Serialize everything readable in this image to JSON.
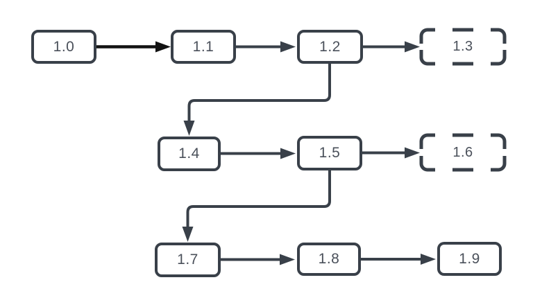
{
  "diagram": {
    "description": "Version progression flowchart, three rows of rounded nodes connected by arrows; future versions shown as dashed placeholder nodes",
    "background_color": "#ffffff",
    "colors": {
      "node_border": "#394049",
      "node_fill": "#ffffff",
      "label_text": "#4a505a",
      "connector": "#394049",
      "first_connector": "#121212"
    },
    "nodes": [
      {
        "id": "1.0",
        "label": "1.0",
        "style": "solid",
        "row": 1
      },
      {
        "id": "1.1",
        "label": "1.1",
        "style": "solid",
        "row": 1
      },
      {
        "id": "1.2",
        "label": "1.2",
        "style": "solid",
        "row": 1
      },
      {
        "id": "1.3",
        "label": "1.3",
        "style": "dashed",
        "row": 1
      },
      {
        "id": "1.4",
        "label": "1.4",
        "style": "solid",
        "row": 2
      },
      {
        "id": "1.5",
        "label": "1.5",
        "style": "solid",
        "row": 2
      },
      {
        "id": "1.6",
        "label": "1.6",
        "style": "dashed",
        "row": 2
      },
      {
        "id": "1.7",
        "label": "1.7",
        "style": "solid",
        "row": 3
      },
      {
        "id": "1.8",
        "label": "1.8",
        "style": "solid",
        "row": 3
      },
      {
        "id": "1.9",
        "label": "1.9",
        "style": "solid",
        "row": 3
      }
    ],
    "edges": [
      {
        "from": "1.0",
        "to": "1.1",
        "shape": "straight",
        "stroke": "black-bold"
      },
      {
        "from": "1.1",
        "to": "1.2",
        "shape": "straight",
        "stroke": "slate"
      },
      {
        "from": "1.2",
        "to": "1.3",
        "shape": "straight",
        "stroke": "slate"
      },
      {
        "from": "1.2",
        "to": "1.4",
        "shape": "elbow-down-left-down",
        "stroke": "slate"
      },
      {
        "from": "1.4",
        "to": "1.5",
        "shape": "straight",
        "stroke": "slate"
      },
      {
        "from": "1.5",
        "to": "1.6",
        "shape": "straight",
        "stroke": "slate"
      },
      {
        "from": "1.5",
        "to": "1.7",
        "shape": "elbow-down-left-down",
        "stroke": "slate"
      },
      {
        "from": "1.7",
        "to": "1.8",
        "shape": "straight",
        "stroke": "slate"
      },
      {
        "from": "1.8",
        "to": "1.9",
        "shape": "straight",
        "stroke": "slate"
      }
    ]
  }
}
